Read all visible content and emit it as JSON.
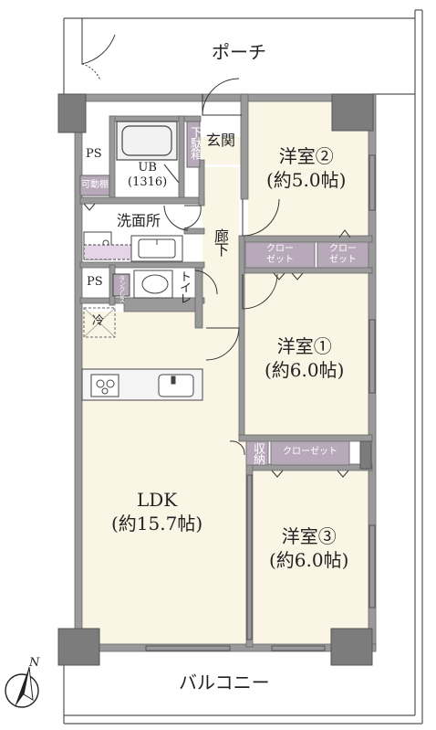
{
  "porch": "ポーチ",
  "balcony": "バルコニー",
  "entrance": "玄関",
  "shoe_closet": "下駄箱",
  "unit_bath": {
    "name": "UB",
    "size": "(1316)"
  },
  "ps_top": "PS",
  "ps_bottom": "PS",
  "movable_shelf": "可動棚",
  "washroom": "洗面所",
  "corridor": "廊下",
  "toilet": "トイレ",
  "toilet_tank": "タンクレス",
  "fridge": "冷",
  "room2": {
    "name": "洋室②",
    "size": "(約5.0帖)"
  },
  "room1": {
    "name": "洋室①",
    "size": "(約6.0帖)"
  },
  "room3": {
    "name": "洋室③",
    "size": "(約6.0帖)"
  },
  "ldk": {
    "name": "LDK",
    "size": "(約15.7帖)"
  },
  "closet_a": "クロー\nゼット",
  "closet_b": "クロー\nゼット",
  "closet_c": "クローゼット",
  "storage": "収納",
  "north": "N",
  "colors": {
    "wall": "#9a9a9a",
    "pillar": "#7c7c7c",
    "room_fill": "#fbf5e6",
    "closet": "#b8a9ba",
    "outline": "#555555"
  }
}
